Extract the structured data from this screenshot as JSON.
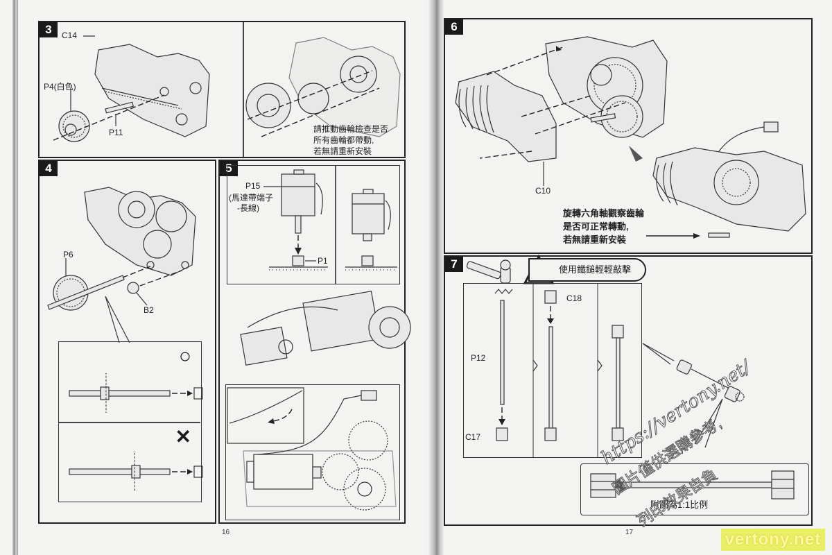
{
  "pages": {
    "left": {
      "page_number": "16"
    },
    "right": {
      "page_number": "17"
    }
  },
  "steps": [
    {
      "number": "3",
      "labels": {
        "part_a": "C14",
        "part_b": "P4(白色)",
        "part_c": "P11"
      },
      "note_lines": [
        "請推動齒輪檢查是否",
        "所有齒輪都帶動,",
        "若無請重新安裝"
      ]
    },
    {
      "number": "4",
      "labels": {
        "part_a": "P6",
        "part_b": "B2"
      },
      "correct_mark": "○",
      "wrong_mark": "✕"
    },
    {
      "number": "5",
      "labels": {
        "motor": "P15",
        "motor_desc_1": "(馬達帶端子",
        "motor_desc_2": "-長線)",
        "pinion": "P1"
      }
    },
    {
      "number": "6",
      "labels": {
        "part_a": "C10"
      },
      "note_lines": [
        "旋轉六角軸觀察齒輪",
        "是否可正常轉動,",
        "若無請重新安裝"
      ]
    },
    {
      "number": "7",
      "warning": "使用鐵鎚輕輕敲擊",
      "labels": {
        "axle": "P12",
        "gear_top": "C18",
        "gear_bottom": "C17"
      },
      "scale_caption": "附圖為1:1比例"
    }
  ],
  "watermarks": {
    "url": "https://vertony.net/",
    "cn_line1": "圖片僅供選購參考,",
    "cn_line2": "列印效果自負",
    "site_badge": "vertony.net"
  },
  "colors": {
    "ink": "#1a1a1a",
    "paper": "#f4f4f3",
    "badge": "#e9ef63"
  }
}
